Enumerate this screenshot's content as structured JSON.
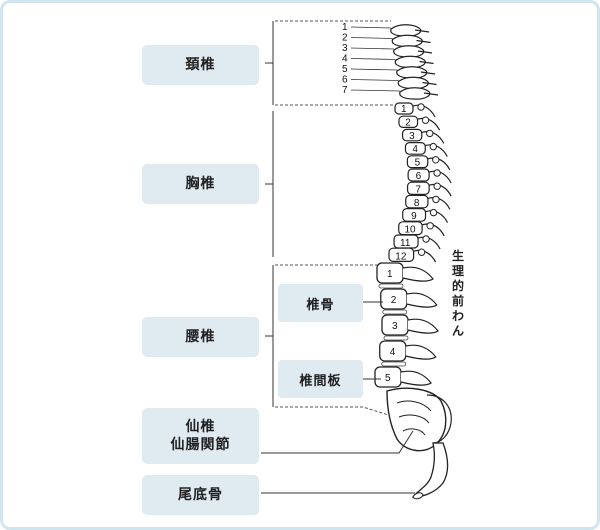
{
  "regions": {
    "cervical": "頚椎",
    "thoracic": "胸椎",
    "lumbar": "腰椎",
    "sacrum_line1": "仙椎",
    "sacrum_line2": "仙腸関節",
    "coccyx": "尾底骨"
  },
  "callouts": {
    "vertebral_body": "椎骨",
    "disc": "椎間板"
  },
  "curve_label": "生理的前わん",
  "cervical_numbers": [
    "1",
    "2",
    "3",
    "4",
    "5",
    "6",
    "7"
  ],
  "thoracic_numbers": [
    "1",
    "2",
    "3",
    "4",
    "5",
    "6",
    "7",
    "8",
    "9",
    "10",
    "11",
    "12"
  ],
  "lumbar_numbers": [
    "1",
    "2",
    "3",
    "4",
    "5"
  ],
  "colors": {
    "frame": "#cfe6ee",
    "label_box": "#dfeaf1",
    "line": "#333333",
    "bone_fill": "#ffffff"
  }
}
